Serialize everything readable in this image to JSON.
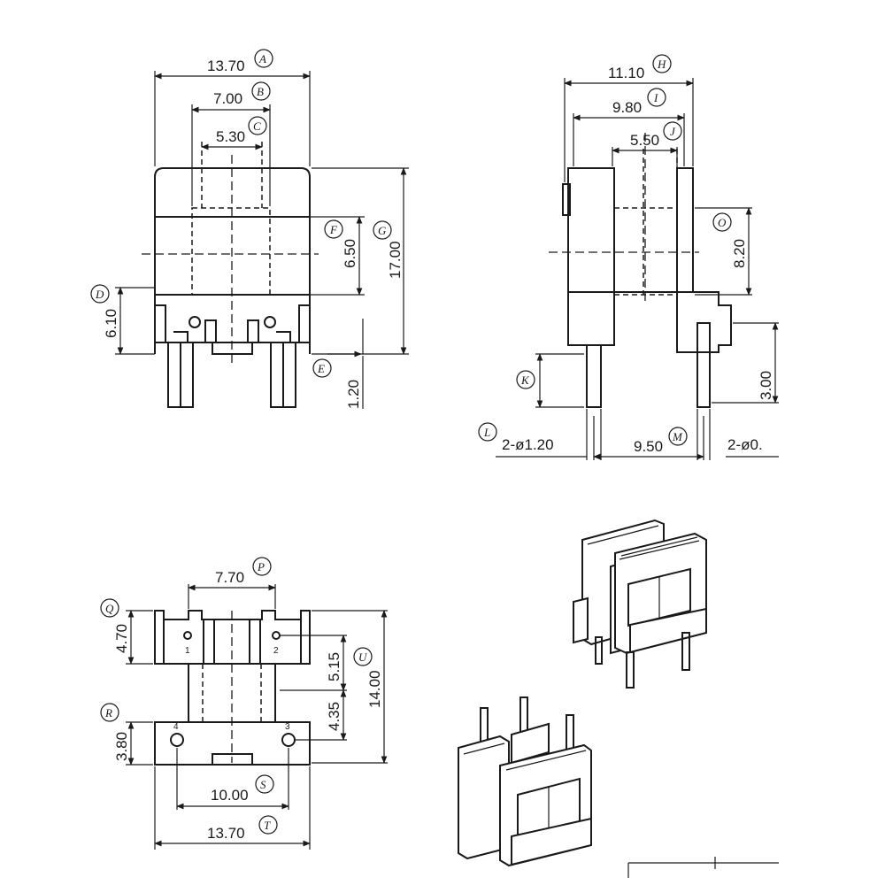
{
  "front_view": {
    "dims": {
      "A": "13.70",
      "B": "7.00",
      "C": "5.30",
      "F": "6.50",
      "G": "17.00",
      "D": "6.10",
      "E": "1.20"
    },
    "labels": {
      "A": "A",
      "B": "B",
      "C": "C",
      "F": "F",
      "G": "G",
      "D": "D",
      "E": "E"
    }
  },
  "side_view": {
    "dims": {
      "H": "11.10",
      "I": "9.80",
      "J": "5.50",
      "O": "8.20",
      "K_val": "3.00",
      "L": "2-ø1.20",
      "M": "9.50",
      "N": "2-ø0."
    },
    "labels": {
      "H": "H",
      "I": "I",
      "J": "J",
      "O": "O",
      "K": "K",
      "L": "L",
      "M": "M"
    }
  },
  "bottom_view": {
    "dims": {
      "P": "7.70",
      "Q": "4.70",
      "U1": "5.15",
      "U": "14.00",
      "U2": "4.35",
      "R": "3.80",
      "S": "10.00",
      "T": "13.70"
    },
    "labels": {
      "P": "P",
      "Q": "Q",
      "U": "U",
      "R": "R",
      "S": "S",
      "T": "T"
    },
    "pins": [
      "1",
      "2",
      "3",
      "4"
    ]
  }
}
